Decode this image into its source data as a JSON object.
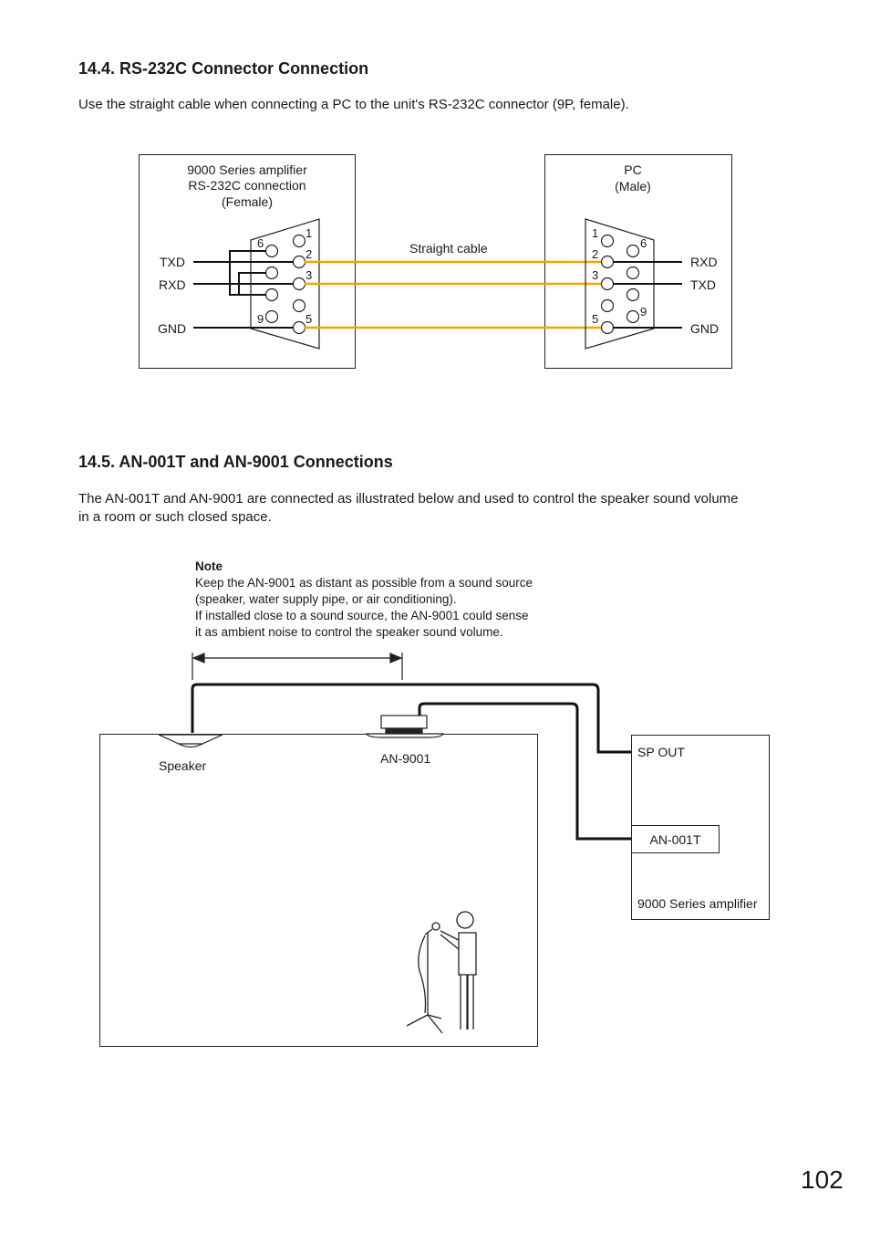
{
  "section1": {
    "heading": "14.4. RS-232C Connector Connection",
    "intro": "Use the straight cable when connecting a PC to the unit's RS-232C connector (9P, female).",
    "amp_box": {
      "line1": "9000 Series amplifier",
      "line2": "RS-232C connection",
      "line3": "(Female)",
      "txd": "TXD",
      "rxd": "RXD",
      "gnd": "GND",
      "pins": {
        "p1": "1",
        "p2": "2",
        "p3": "3",
        "p5": "5",
        "p6": "6",
        "p9": "9"
      }
    },
    "cable_label": "Straight cable",
    "pc_box": {
      "line1": "PC",
      "line2": "(Male)",
      "rxd": "RXD",
      "txd": "TXD",
      "gnd": "GND",
      "pins": {
        "p1": "1",
        "p2": "2",
        "p3": "3",
        "p5": "5",
        "p6": "6",
        "p9": "9"
      }
    },
    "cable_color": "#f0a500"
  },
  "section2": {
    "heading": "14.5. AN-001T and AN-9001 Connections",
    "intro_line1": "The AN-001T and AN-9001 are connected as illustrated below and used to control the speaker sound volume",
    "intro_line2": "in a room or such closed space.",
    "note": {
      "title": "Note",
      "lines": [
        "Keep the AN-9001 as distant as possible from a sound source",
        "(speaker, water supply pipe, or air conditioning).",
        "If installed close to a sound source, the AN-9001 could sense",
        "it as ambient noise to control the speaker sound volume."
      ]
    },
    "speaker_label": "Speaker",
    "sensor_label": "AN-9001",
    "amp": {
      "sp_out": "SP OUT",
      "module": "AN-001T",
      "name": "9000 Series amplifier"
    }
  },
  "page_number": "102"
}
